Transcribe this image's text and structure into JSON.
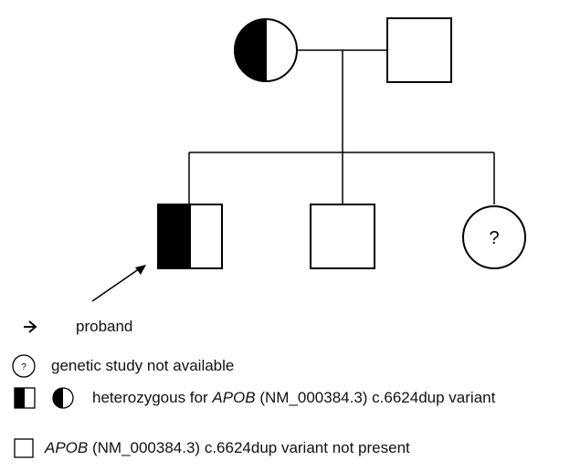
{
  "pedigree": {
    "unknown_mark": "?"
  },
  "legend": {
    "arrow": "proband",
    "unknown": "genetic study not available",
    "hetero": {
      "prefix": "heterozygous for ",
      "gene": "APOB",
      "suffix": " (NM_000384.3) c.6624dup variant"
    },
    "absent": {
      "gene": "APOB",
      "suffix": " (NM_000384.3) c.6624dup variant not present"
    }
  }
}
